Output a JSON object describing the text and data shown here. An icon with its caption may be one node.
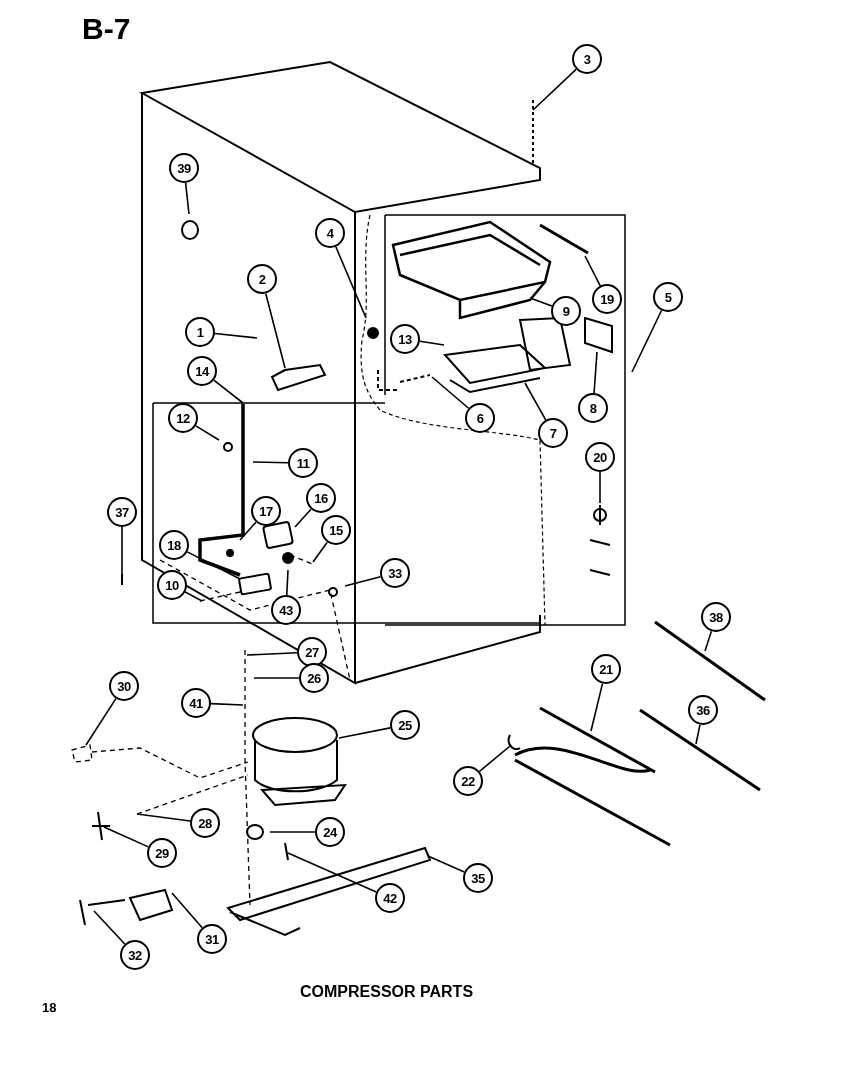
{
  "diagram": {
    "caption": "COMPRESSOR PARTS",
    "nodes": [
      {
        "text": [
          "3"
        ]
      },
      {
        "text": [
          "39"
        ]
      },
      {
        "text": [
          "4"
        ]
      },
      {
        "text": [
          "2"
        ]
      },
      {
        "text": [
          "1"
        ]
      },
      {
        "text": [
          "14"
        ]
      },
      {
        "text": [
          "12"
        ]
      },
      {
        "text": [
          "13"
        ]
      },
      {
        "text": [
          "9"
        ]
      },
      {
        "text": [
          "19"
        ]
      },
      {
        "text": [
          "5"
        ]
      },
      {
        "text": [
          "8"
        ]
      },
      {
        "text": [
          "6"
        ]
      },
      {
        "text": [
          "7"
        ]
      },
      {
        "text": [
          "11"
        ]
      },
      {
        "text": [
          "20"
        ]
      },
      {
        "text": [
          "17"
        ]
      },
      {
        "text": [
          "16"
        ]
      },
      {
        "text": [
          "15"
        ]
      },
      {
        "text": [
          "37"
        ]
      },
      {
        "text": [
          "18"
        ]
      },
      {
        "text": [
          "10"
        ]
      },
      {
        "text": [
          "43"
        ]
      },
      {
        "text": [
          "33"
        ]
      },
      {
        "text": [
          "27"
        ]
      },
      {
        "text": [
          "26"
        ]
      },
      {
        "text": [
          "41"
        ]
      },
      {
        "text": [
          "25"
        ]
      },
      {
        "text": [
          "30"
        ]
      },
      {
        "text": [
          "28"
        ]
      },
      {
        "text": [
          "29"
        ]
      },
      {
        "text": [
          "24"
        ]
      },
      {
        "text": [
          "42"
        ]
      },
      {
        "text": [
          "35"
        ]
      },
      {
        "text": [
          "31"
        ]
      },
      {
        "text": [
          "32"
        ]
      },
      {
        "text": [
          "21"
        ]
      },
      {
        "text": [
          "22"
        ]
      },
      {
        "text": [
          "38"
        ]
      },
      {
        "text": [
          "36"
        ]
      }
    ],
    "edges": [
      {
        "from": 0,
        "to": null,
        "arrow": "none"
      },
      {
        "from": 1,
        "to": null,
        "arrow": "none"
      },
      {
        "from": 2,
        "to": null,
        "arrow": "none"
      },
      {
        "from": 3,
        "to": null,
        "arrow": "none"
      },
      {
        "from": 4,
        "to": null,
        "arrow": "none"
      },
      {
        "from": 5,
        "to": null,
        "arrow": "none"
      },
      {
        "from": 6,
        "to": null,
        "arrow": "none"
      },
      {
        "from": 7,
        "to": null,
        "arrow": "none"
      },
      {
        "from": 8,
        "to": null,
        "arrow": "none"
      },
      {
        "from": 9,
        "to": null,
        "arrow": "none"
      },
      {
        "from": 10,
        "to": null,
        "arrow": "none"
      },
      {
        "from": 11,
        "to": null,
        "arrow": "none"
      },
      {
        "from": 12,
        "to": null,
        "arrow": "none"
      },
      {
        "from": 13,
        "to": null,
        "arrow": "none"
      },
      {
        "from": 14,
        "to": null,
        "arrow": "none"
      },
      {
        "from": 15,
        "to": null,
        "arrow": "none"
      },
      {
        "from": 16,
        "to": null,
        "arrow": "none"
      },
      {
        "from": 17,
        "to": null,
        "arrow": "none"
      },
      {
        "from": 18,
        "to": null,
        "arrow": "none"
      },
      {
        "from": 19,
        "to": null,
        "arrow": "none"
      },
      {
        "from": 20,
        "to": null,
        "arrow": "none"
      },
      {
        "from": 21,
        "to": null,
        "arrow": "none"
      },
      {
        "from": 22,
        "to": null,
        "arrow": "none"
      },
      {
        "from": 23,
        "to": null,
        "arrow": "none"
      },
      {
        "from": 24,
        "to": null,
        "arrow": "none"
      },
      {
        "from": 25,
        "to": null,
        "arrow": "none"
      },
      {
        "from": 26,
        "to": null,
        "arrow": "none"
      },
      {
        "from": 27,
        "to": null,
        "arrow": "none"
      },
      {
        "from": 28,
        "to": null,
        "arrow": "none"
      },
      {
        "from": 29,
        "to": null,
        "arrow": "none"
      },
      {
        "from": 30,
        "to": null,
        "arrow": "none"
      },
      {
        "from": 31,
        "to": null,
        "arrow": "none"
      },
      {
        "from": 32,
        "to": null,
        "arrow": "none"
      },
      {
        "from": 33,
        "to": null,
        "arrow": "none"
      },
      {
        "from": 34,
        "to": null,
        "arrow": "none"
      },
      {
        "from": 35,
        "to": null,
        "arrow": "none"
      },
      {
        "from": 36,
        "to": null,
        "arrow": "none"
      },
      {
        "from": 37,
        "to": null,
        "arrow": "none"
      },
      {
        "from": 38,
        "to": null,
        "arrow": "none"
      },
      {
        "from": 39,
        "to": null,
        "arrow": "none"
      }
    ],
    "labels": [
      "B-7",
      "18"
    ]
  }
}
